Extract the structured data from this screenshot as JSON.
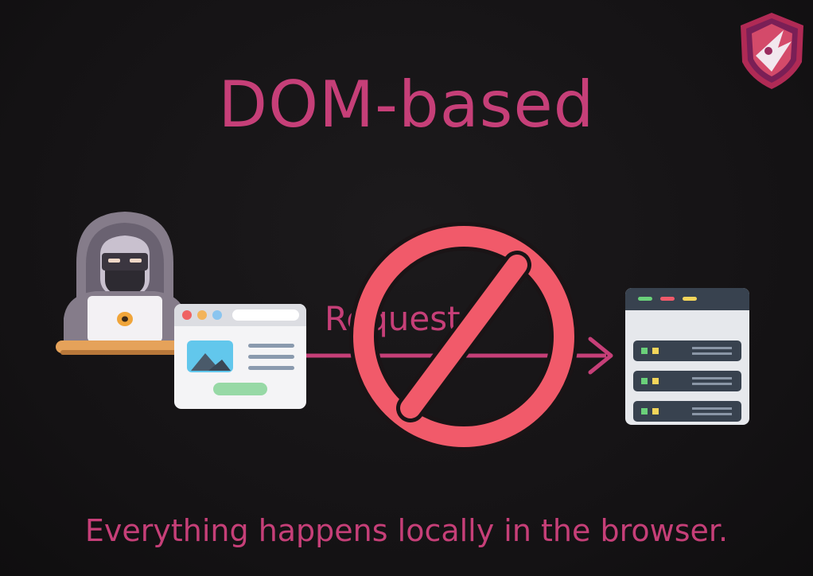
{
  "title": "DOM-based",
  "request_label": "Request",
  "caption": "Everything happens locally in the browser.",
  "icons": {
    "logo": "shield-logo",
    "attacker": "hacker-icon",
    "browser": "browser-window-icon",
    "blocked": "no-sign-icon",
    "server": "server-icon",
    "arrow": "arrow-right-icon"
  },
  "colors": {
    "background": "#141214",
    "accent": "#c63f78",
    "blocked": "#f15a6a",
    "server_body": "#38424f"
  }
}
